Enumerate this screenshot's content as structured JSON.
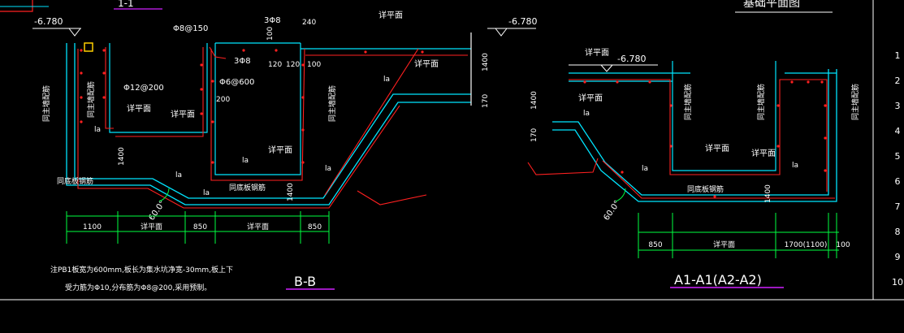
{
  "colors": {
    "background": "#000000",
    "rebar": "#ff2020",
    "concrete": "#00e5ff",
    "dimension": "#00ff40",
    "text": "#ffffff",
    "title_underline": "#d020ff",
    "outline": "#ffffff",
    "leader": "#ffffff"
  },
  "top_left": {
    "partial_title": "1-1"
  },
  "top_right": {
    "partial_title": "基础平面图"
  },
  "section_bb": {
    "title": "B-B",
    "elev_left": "-6.780",
    "elev_right": "-6.780",
    "labels": {
      "spec_150": "Φ8@150",
      "bars_3d8_top": "3Φ8",
      "bars_3d8_mid": "3Φ8",
      "spec_600": "Φ6@600",
      "spec_200": "Φ12@200",
      "dim_200": "200",
      "dim_240": "240",
      "dim_100": "100",
      "dim_120a": "120",
      "dim_120b": "120",
      "dim_100b": "100",
      "dim_1400_r": "1400",
      "dim_170_r": "170",
      "dim_1400_mid": "1400",
      "dim_1400_low": "1400",
      "xiangping": "详平面",
      "la": "la",
      "note_slab": "同底板钢筋",
      "note_wall": "同主墙配筋",
      "angle": "60.0°"
    },
    "bottom_dims": [
      "1100",
      "详平面",
      "850",
      "详平面",
      "850"
    ],
    "note_line1": "注PB1板宽为600mm,板长为集水坑净宽-30mm,板上下",
    "note_line2": "受力筋为Φ10,分布筋为Φ8@200,采用预制。"
  },
  "section_a1": {
    "title": "A1-A1(A2-A2)",
    "elev": "-6.780",
    "labels": {
      "dim_1400": "1400",
      "dim_170": "170",
      "dim_1400_b": "1400",
      "xiangping": "详平面",
      "la": "la",
      "note_slab": "同底板钢筋",
      "note_wall": "同主墙配筋",
      "angle": "60.0°"
    },
    "bottom_dims": [
      "850",
      "详平面",
      "1700(1100)",
      "100"
    ]
  },
  "right_edge_numbers": [
    "1",
    "2",
    "3",
    "4",
    "5",
    "6",
    "7",
    "8",
    "9",
    "10"
  ]
}
